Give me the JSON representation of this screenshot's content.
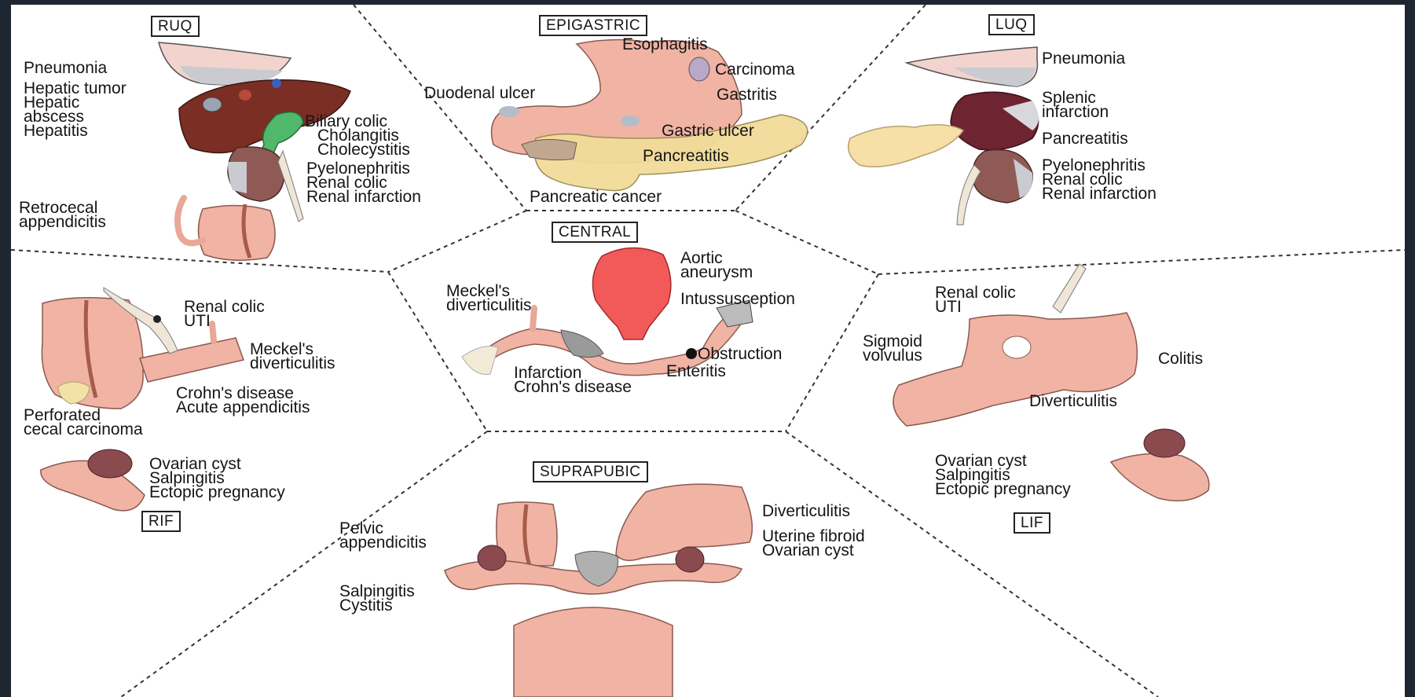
{
  "regions": {
    "ruq": "RUQ",
    "epigastric": "EPIGASTRIC",
    "luq": "LUQ",
    "central": "CENTRAL",
    "rif": "RIF",
    "lif": "LIF",
    "suprapubic": "SUPRAPUBIC"
  },
  "ruq": {
    "pneumonia": "Pneumonia",
    "hepatic": [
      "Hepatic tumor",
      "Hepatic",
      "abscess",
      "Hepatitis"
    ],
    "biliary": [
      "Biliary colic",
      "Cholangitis",
      "Cholecystitis"
    ],
    "renal": [
      "Pyelonephritis",
      "Renal colic",
      "Renal infarction"
    ],
    "appendix": [
      "Retrocecal",
      "appendicitis"
    ]
  },
  "epigastric": {
    "esophagitis": "Esophagitis",
    "carcinoma": "Carcinoma",
    "duodenal_ulcer": "Duodenal ulcer",
    "gastritis": "Gastritis",
    "gastric_ulcer": "Gastric ulcer",
    "pancreatitis": "Pancreatitis",
    "pancreatic_cancer": "Pancreatic cancer"
  },
  "luq": {
    "pneumonia": "Pneumonia",
    "splenic": [
      "Splenic",
      "infarction"
    ],
    "pancreatitis": "Pancreatitis",
    "renal": [
      "Pyelonephritis",
      "Renal colic",
      "Renal infarction"
    ]
  },
  "central": {
    "aortic": [
      "Aortic",
      "aneurysm"
    ],
    "meckel": [
      "Meckel's",
      "diverticulitis"
    ],
    "intussusception": "Intussusception",
    "obstruction": "Obstruction",
    "enteritis": "Enteritis",
    "infarction": "Infarction",
    "crohns": "Crohn's disease"
  },
  "rif": {
    "renal": [
      "Renal colic",
      "UTI"
    ],
    "meckel": [
      "Meckel's",
      "diverticulitis"
    ],
    "crohn_app": [
      "Crohn's disease",
      "Acute appendicitis"
    ],
    "perforated": [
      "Perforated",
      "cecal carcinoma"
    ],
    "ovarian": [
      "Ovarian cyst",
      "Salpingitis",
      "Ectopic pregnancy"
    ]
  },
  "lif": {
    "renal": [
      "Renal colic",
      "UTI"
    ],
    "sigmoid": [
      "Sigmoid",
      "volvulus"
    ],
    "colitis": "Colitis",
    "diverticulitis": "Diverticulitis",
    "ovarian": [
      "Ovarian cyst",
      "Salpingitis",
      "Ectopic pregnancy"
    ]
  },
  "suprapubic": {
    "pelvic": [
      "Pelvic",
      "appendicitis"
    ],
    "diverticulitis": "Diverticulitis",
    "uterine": [
      "Uterine fibroid",
      "Ovarian cyst"
    ],
    "salp": [
      "Salpingitis",
      "Cystitis"
    ]
  },
  "colors": {
    "background": "#1d2631",
    "panel": "#ffffff",
    "tissue": "#f0b3a4",
    "liver": "#7a2e24",
    "gallbladder": "#4fb86a",
    "aorta": "#f25a5a",
    "spleen": "#6e2431",
    "pancreas": "#f2dc9a"
  }
}
